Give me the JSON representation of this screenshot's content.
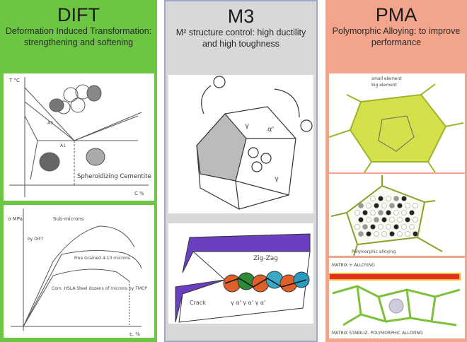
{
  "dift": {
    "title": "DIFT",
    "subtitle": "Deformation Induced Transformation: strengthening and softening",
    "phase_diagram": {
      "y_axis": "T °C",
      "x_axis": "C %",
      "labels": [
        "A3",
        "A1",
        "Spheroidizing Cementite"
      ]
    },
    "stress_strain": {
      "y_axis": "σ MPa",
      "x_axis": "ε, %",
      "labels": [
        "Sub-microns",
        "Fine Grained 4-10 microns",
        "Com. HSLA Steel dozens of microns by TMCP",
        "by DIFT"
      ]
    }
  },
  "m3": {
    "title": "M3",
    "subtitle": "M² structure control: high ductility and high toughness",
    "grain_labels": [
      "γ",
      "α'",
      "γ"
    ],
    "crack_labels": {
      "zigzag": "Zig-Zag",
      "crack": "Crack",
      "phases": "γ α' γ α' γ α'"
    }
  },
  "pma": {
    "title": "PMA",
    "subtitle": "Polymorphic Alloying: to improve performance",
    "legend": [
      "small element",
      "big element"
    ],
    "middle_label": "Polymorphic alloying",
    "bottom_labels": [
      "MATRIX + ALLOYING",
      "MATRIX STABILIZ. POLYMORPHIC ALLOYING"
    ]
  }
}
